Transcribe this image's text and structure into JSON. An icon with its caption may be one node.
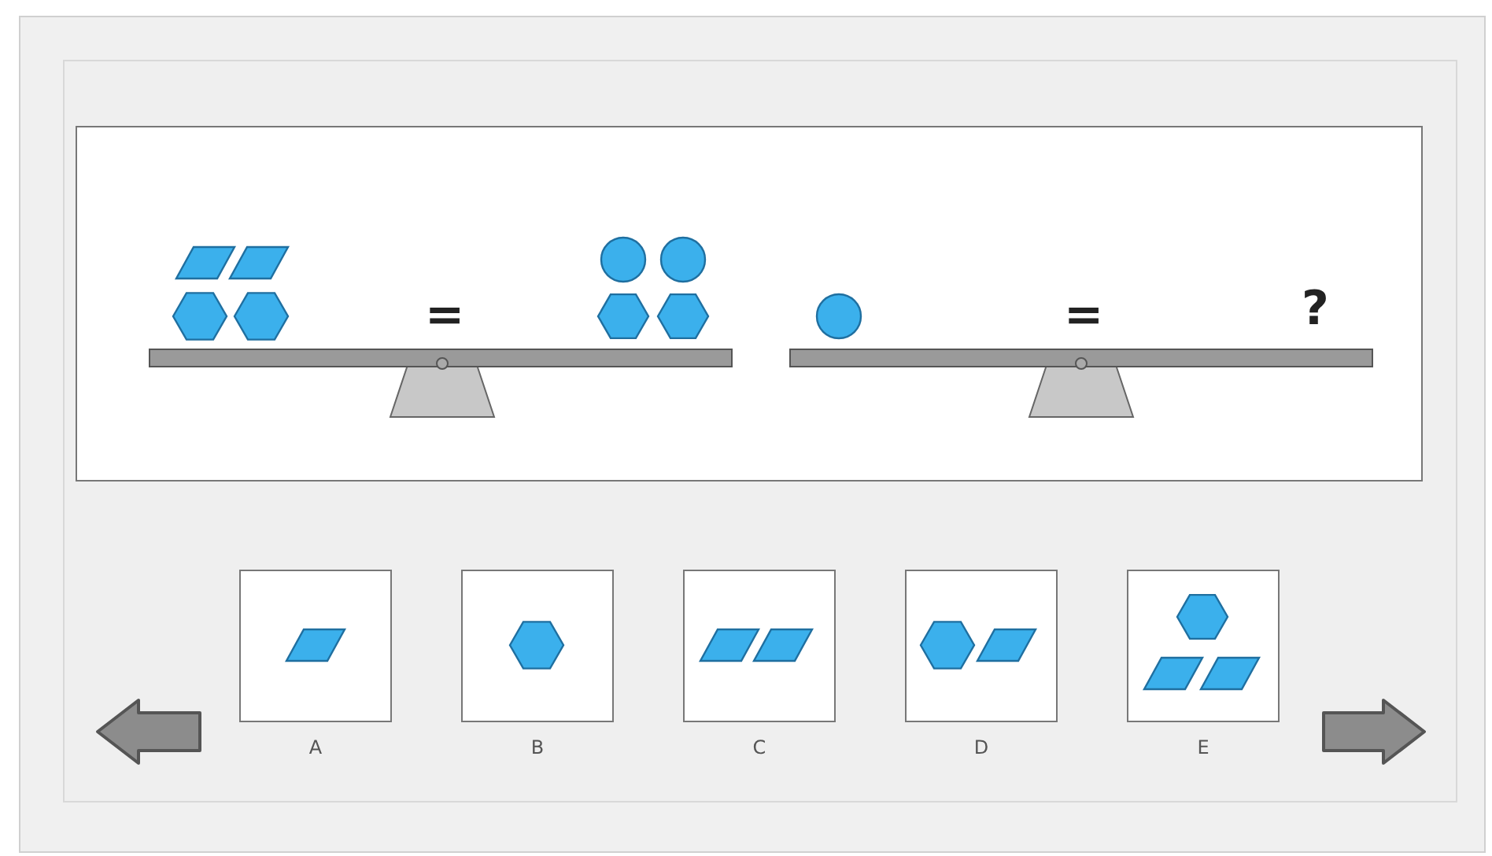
{
  "diagram": {
    "nodes": [
      {
        "text": [
          "A"
        ]
      },
      {
        "text": [
          "B"
        ]
      },
      {
        "text": [
          "C"
        ]
      },
      {
        "text": [
          "D"
        ]
      },
      {
        "text": [
          "E"
        ]
      }
    ],
    "labels": [
      "=",
      "=",
      "?"
    ]
  }
}
